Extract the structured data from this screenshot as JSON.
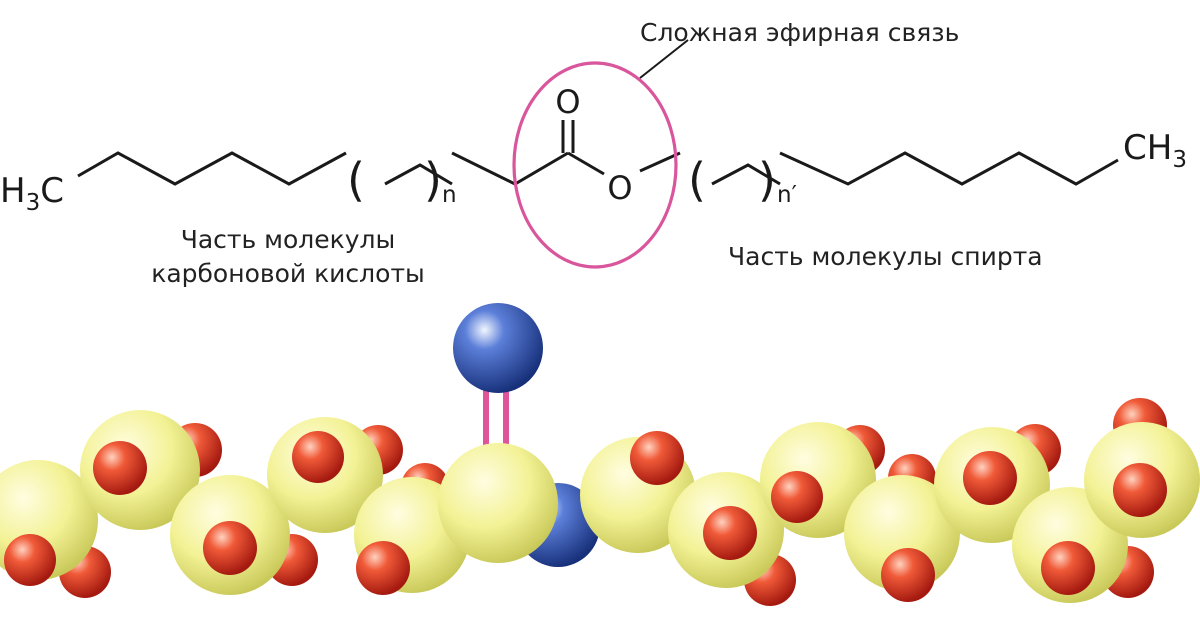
{
  "labels": {
    "ester_bond": "Сложная эфирная связь",
    "acid_line1": "Часть молекулы",
    "acid_line2": "карбоновой кислоты",
    "alcohol": "Часть молекулы спирта"
  },
  "formula": {
    "left_group_h": "H",
    "left_group_sub": "3",
    "left_group_c": "C",
    "right_group": "CH",
    "right_group_sub": "3",
    "carbonyl_o": "O",
    "ether_o": "O",
    "paren_open": "(",
    "paren_close": ")",
    "repeat_n": "n",
    "repeat_n_prime": "n′"
  },
  "colors": {
    "bond_line": "#1a1a1a",
    "ester_ring": "#d9559c",
    "carbon_atom": "#eef08a",
    "hydrogen_atom": "#e8402a",
    "oxygen_atom": "#2f56b8",
    "double_bond": "#e0559a"
  }
}
